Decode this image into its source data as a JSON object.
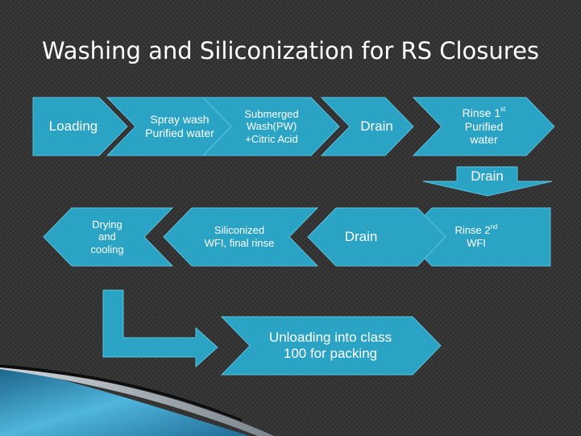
{
  "title": "Washing and Siliconization for RS Closures",
  "steps": {
    "loading": "Loading",
    "spray_wash": [
      "Spray wash",
      "Purified water"
    ],
    "submerged": [
      "Submerged",
      "Wash(PW)",
      "+Citric Acid"
    ],
    "drain_1": "Drain",
    "rinse_1": {
      "pre": "Rinse 1",
      "sup": "st",
      "lines": [
        "Purified",
        "water"
      ]
    },
    "drain_down": "Drain",
    "rinse_2": {
      "pre": "Rinse 2",
      "sup": "nd",
      "line2": "WFI"
    },
    "drain_2": "Drain",
    "siliconized": [
      "Siliconized",
      "WFI, final rinse"
    ],
    "drying": [
      "Drying",
      "and",
      "cooling"
    ],
    "unloading": [
      "Unloading into class",
      "100 for packing"
    ]
  },
  "colors": {
    "background": "#333333",
    "arrow_fill": "#2aa3c5",
    "arrow_stroke": "#5cc3de",
    "text": "#ffffff"
  }
}
